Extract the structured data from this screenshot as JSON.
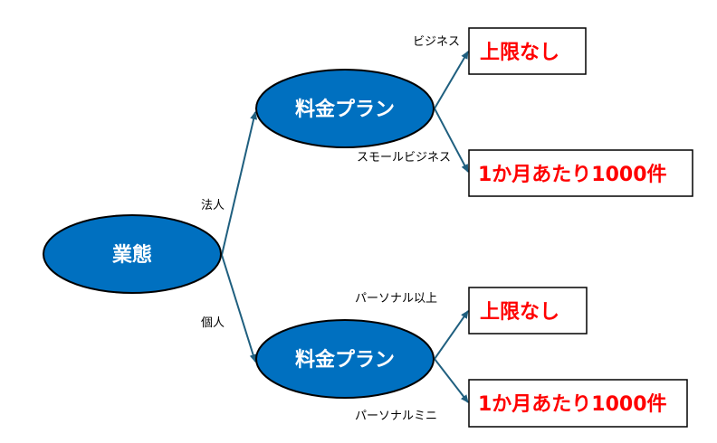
{
  "colors": {
    "node_fill": "#0070c0",
    "node_stroke": "#000000",
    "edge": "#1f5f7f",
    "leaf_text": "#ff0000"
  },
  "root": {
    "label": "業態"
  },
  "branches": [
    {
      "edge_label": "法人",
      "node": {
        "label": "料金プラン"
      },
      "leaves": [
        {
          "edge_label": "ビジネス",
          "value": "上限なし"
        },
        {
          "edge_label": "スモールビジネス",
          "value": "1か月あたり1000件"
        }
      ]
    },
    {
      "edge_label": "個人",
      "node": {
        "label": "料金プラン"
      },
      "leaves": [
        {
          "edge_label": "パーソナル以上",
          "value": "上限なし"
        },
        {
          "edge_label": "パーソナルミニ",
          "value": "1か月あたり1000件"
        }
      ]
    }
  ]
}
